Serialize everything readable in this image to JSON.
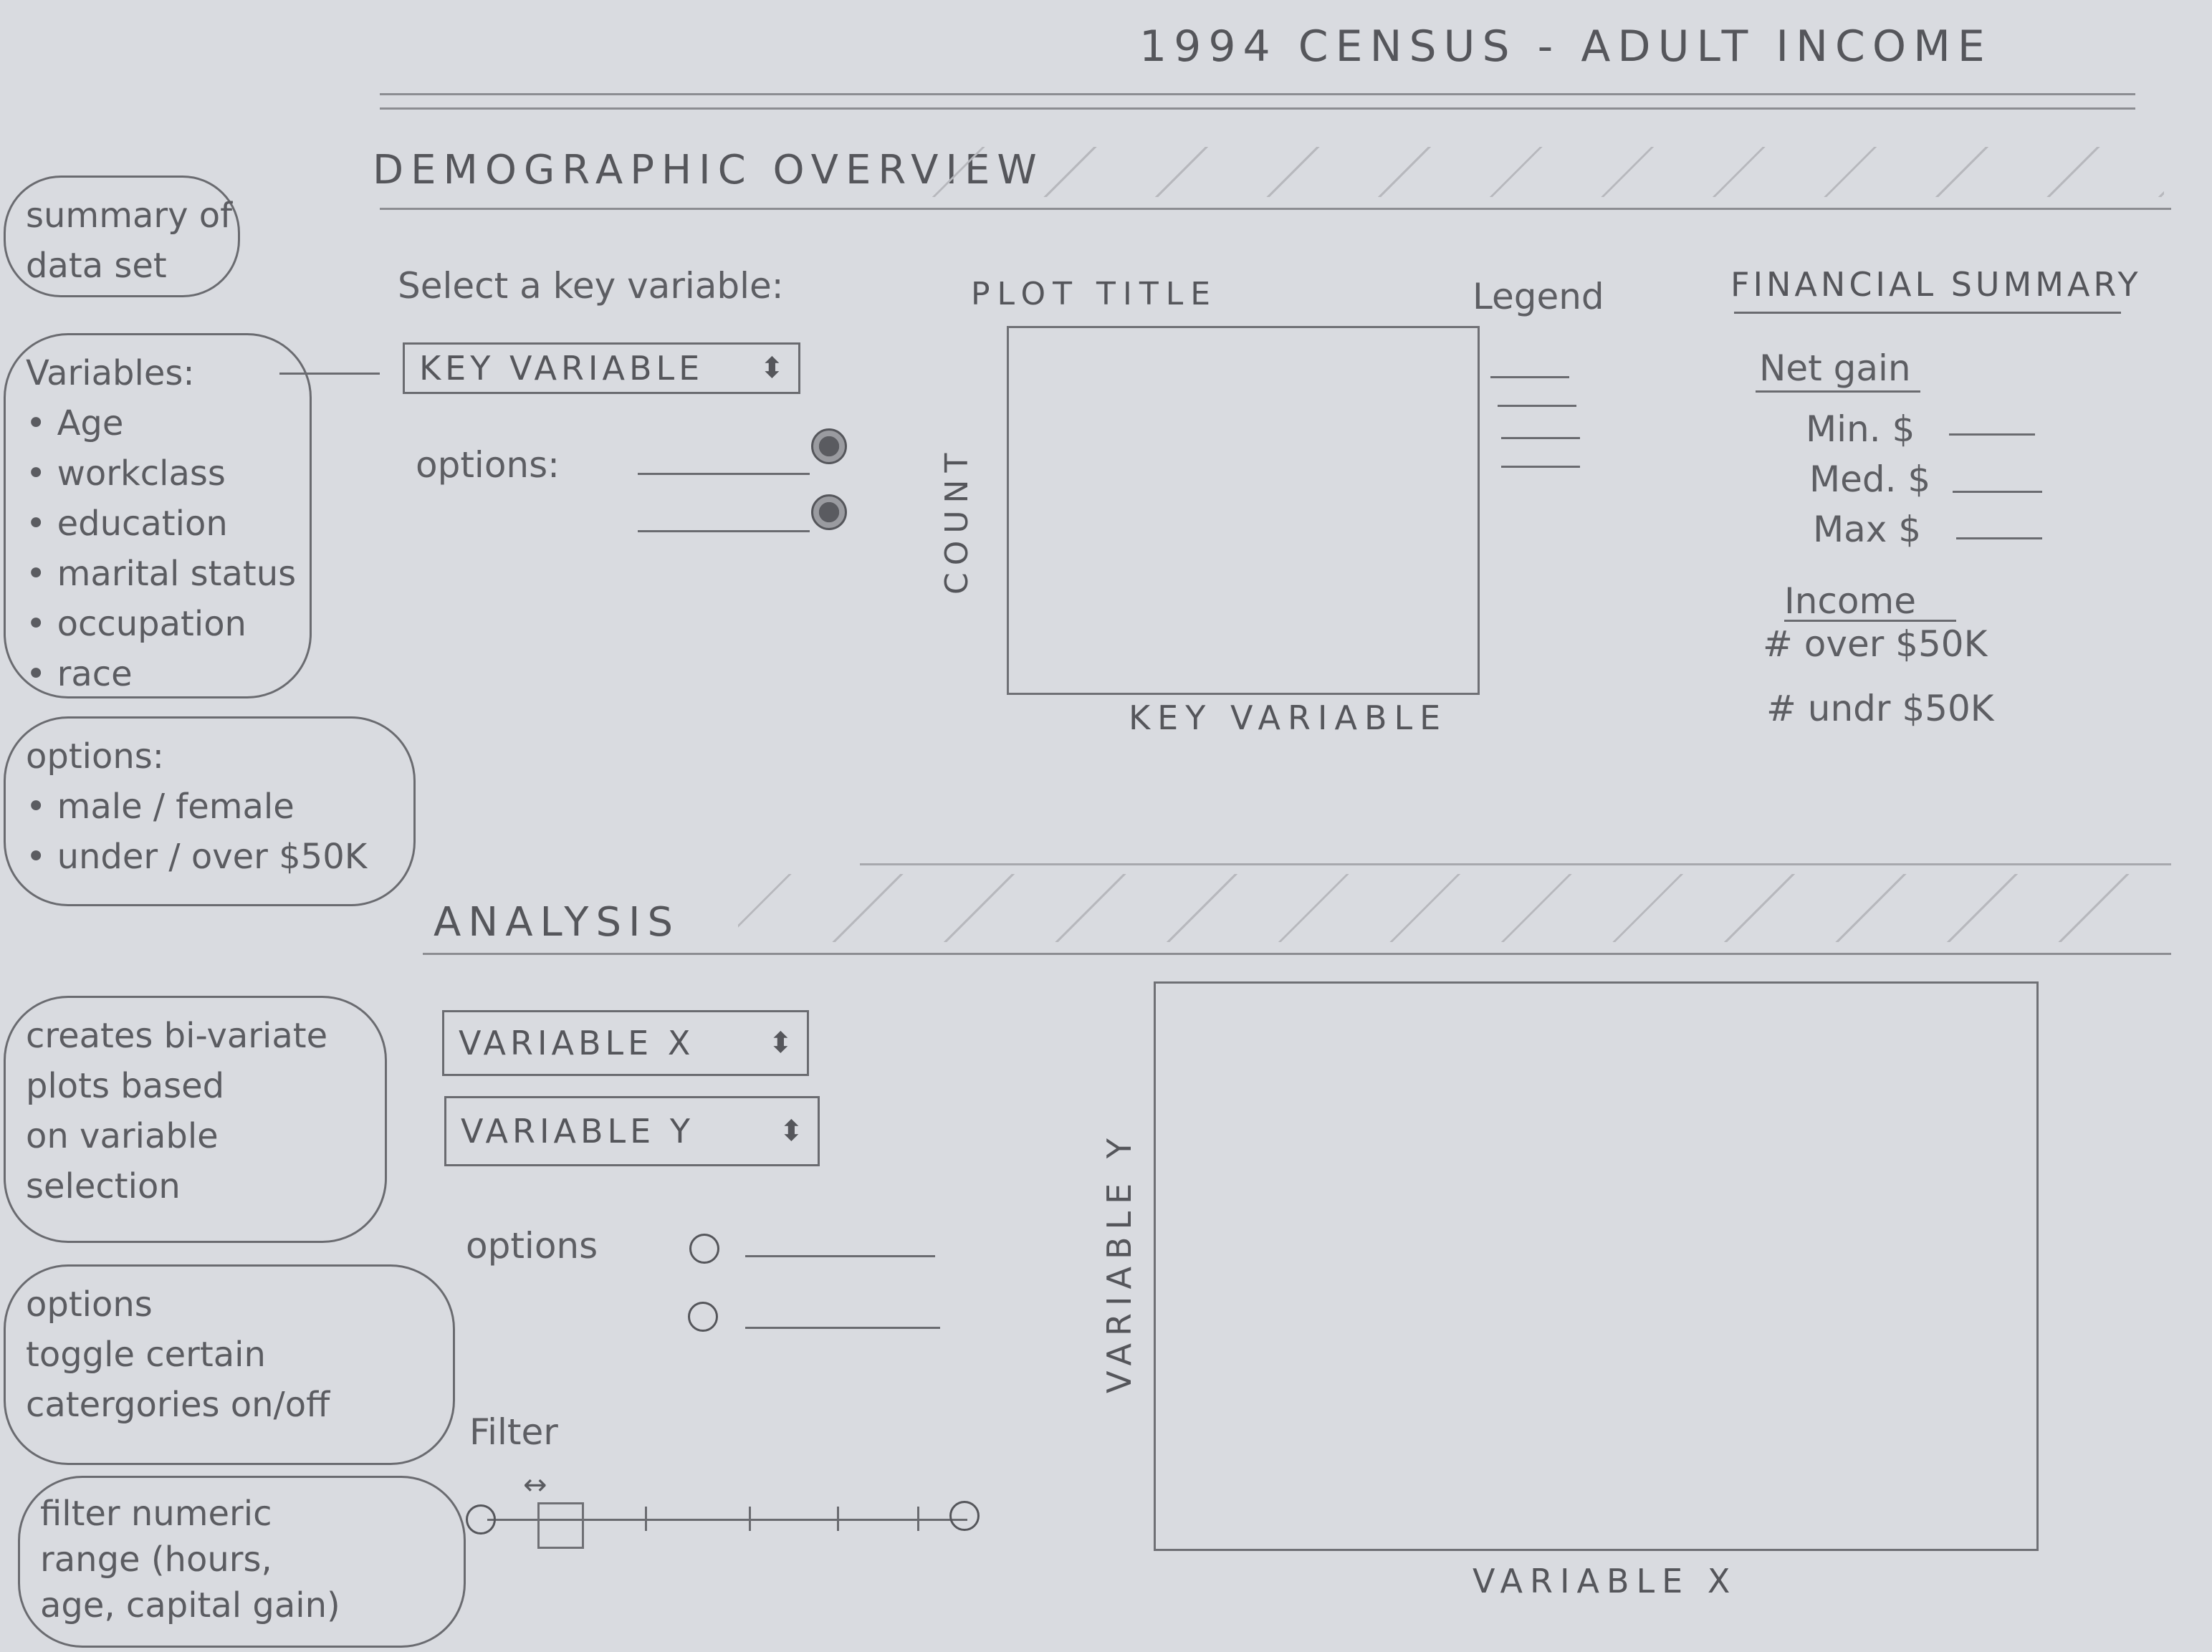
{
  "header": {
    "title": "1994 CENSUS - ADULT INCOME"
  },
  "demographic": {
    "section_title": "DEMOGRAPHIC OVERVIEW",
    "select_label": "Select a key variable:",
    "key_variable_select": "KEY VARIABLE",
    "options_label": "options:",
    "plot_title": "PLOT TITLE",
    "y_axis_label": "COUNT",
    "x_axis_label": "KEY VARIABLE",
    "legend_label": "Legend"
  },
  "financial": {
    "title": "FINANCIAL SUMMARY",
    "net_gain_label": "Net gain",
    "min_label": "Min. $",
    "med_label": "Med. $",
    "max_label": "Max $",
    "income_label": "Income",
    "over_label": "# over $50K",
    "under_label": "# undr $50K"
  },
  "analysis": {
    "section_title": "ANALYSIS",
    "variable_x_select": "VARIABLE X",
    "variable_y_select": "VARIABLE Y",
    "options_label": "options",
    "filter_label": "Filter",
    "y_axis_label": "VARIABLE Y",
    "x_axis_label": "VARIABLE X"
  },
  "notes": {
    "summary": [
      "summary of",
      "data set"
    ],
    "variables_title": "Variables:",
    "variables": [
      "Age",
      "workclass",
      "education",
      "marital status",
      "occupation",
      "race"
    ],
    "options_title": "options:",
    "options": [
      "male / female",
      "under / over $50K"
    ],
    "bivariate": [
      "creates bi-variate",
      "plots based",
      "on variable",
      "selection"
    ],
    "toggle": [
      "options",
      "toggle certain",
      "catergories on/off"
    ],
    "filter": [
      "filter numeric",
      "range (hours,",
      "age, capital gain)"
    ]
  }
}
